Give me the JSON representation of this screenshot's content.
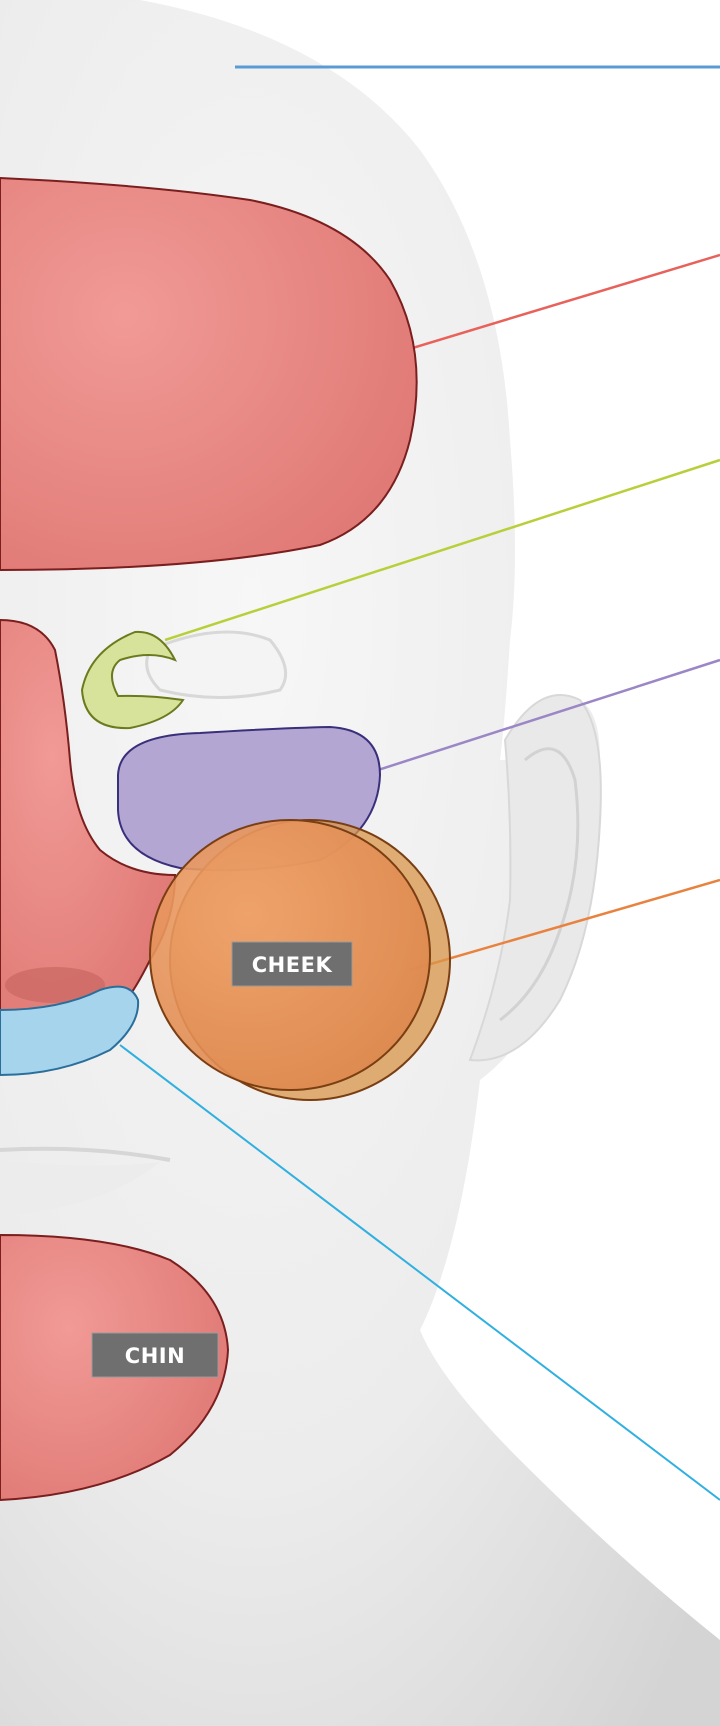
{
  "labels": {
    "cheek": "CHEEK",
    "chin": "CHIN"
  },
  "colors": {
    "forehead": "#ec8a86",
    "nose": "#ec8a86",
    "chin": "#ec8a86",
    "under_eye_left": "#d7e39a",
    "under_eye_right": "#b3a6d3",
    "cheek": "#e8955d",
    "upper_lip": "#a6d4ec",
    "skin": "#e6e6e6",
    "label_box": "#6f6f6f"
  },
  "leader_lines": [
    {
      "region": "hairline",
      "color": "#5b9bd5"
    },
    {
      "region": "forehead",
      "color": "#e8615a"
    },
    {
      "region": "under-eye",
      "color": "#b9cf3a"
    },
    {
      "region": "eye-bag",
      "color": "#9b86c6"
    },
    {
      "region": "cheek",
      "color": "#e8823f"
    },
    {
      "region": "upper-lip",
      "color": "#30b0e0"
    }
  ]
}
